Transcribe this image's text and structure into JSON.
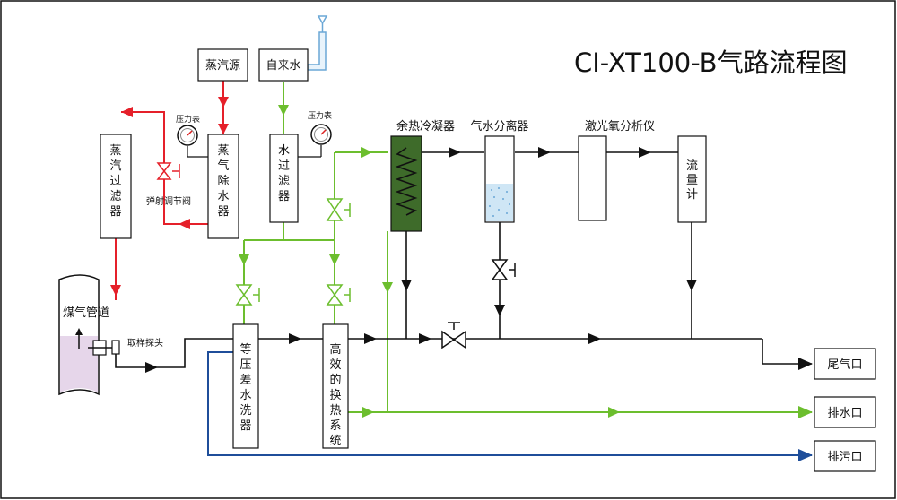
{
  "title": "CI-XT100-B气路流程图",
  "colors": {
    "steam": "#e5202a",
    "water": "#6cbe2e",
    "gas": "#111111",
    "sewage": "#1f4e9a",
    "condenser_fill": "#3e6b2a",
    "separator_water": "#cfe6f5",
    "pipe_fill": "#e6d6ea"
  },
  "components": {
    "steam_source": "蒸汽源",
    "tap_water": "自来水",
    "steam_filter": "蒸汽过滤器",
    "steam_dewater": "蒸气除水器",
    "water_filter": "水过滤器",
    "gauge_label_1": "压力表",
    "gauge_label_2": "压力表",
    "spring_valve": "弹射调节阀",
    "gas_pipe": "煤气管道",
    "probe": "取样探头",
    "scrubber": "等压差水洗器",
    "heat_exchanger": "高效的换热系统",
    "condenser": "余热冷凝器",
    "separator": "气水分离器",
    "analyzer": "激光氧分析仪",
    "flowmeter": "流量计"
  },
  "outlets": {
    "exhaust": "尾气口",
    "drain": "排水口",
    "sewage": "排污口"
  }
}
